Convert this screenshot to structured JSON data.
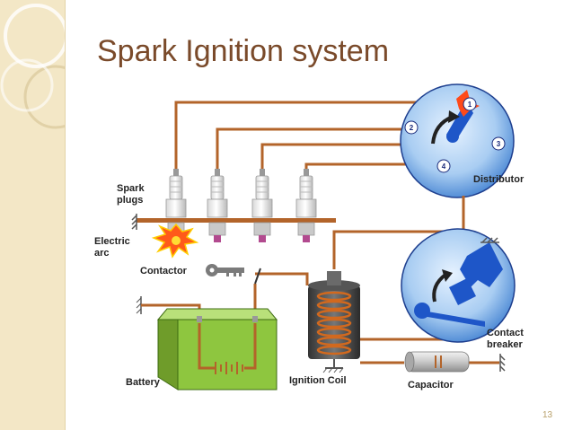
{
  "slide": {
    "title": "Spark Ignition system",
    "page_number": "13"
  },
  "labels": {
    "spark_plugs_line1": "Spark",
    "spark_plugs_line2": "plugs",
    "electric_arc_line1": "Electric",
    "electric_arc_line2": "arc",
    "contactor": "Contactor",
    "battery": "Battery",
    "ignition_coil": "Ignition Coil",
    "capacitor": "Capacitor",
    "distributor": "Distributor",
    "contact_breaker_line1": "Contact",
    "contact_breaker_line2": "breaker"
  },
  "distributor_terminals": [
    "1",
    "2",
    "3",
    "4"
  ],
  "colors": {
    "wire": "#b3642a",
    "title": "#7a4a2a",
    "disk": "#1e56c8",
    "battery": "#8ec63f",
    "band": "#f3e7c6"
  }
}
